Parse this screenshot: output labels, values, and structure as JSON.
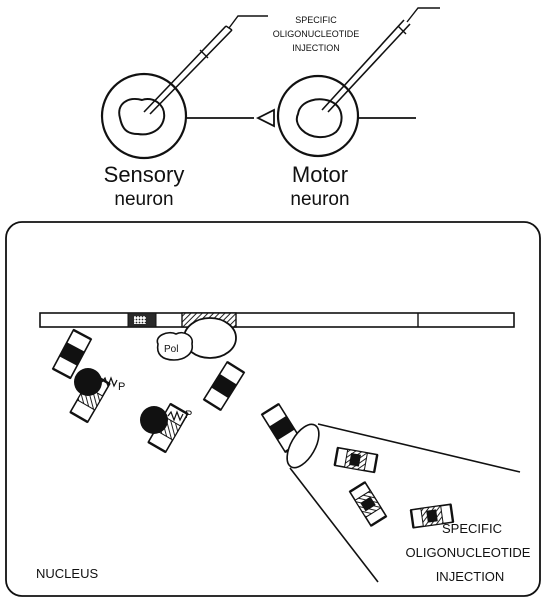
{
  "top": {
    "injection_label_line1": "SPECIFIC",
    "injection_label_line2": "OLIGONUCLEOTIDE",
    "injection_label_line3": "INJECTION",
    "sensory_line1": "Sensory",
    "sensory_line2": "neuron",
    "motor_line1": "Motor",
    "motor_line2": "neuron"
  },
  "nucleus": {
    "pol_label": "Pol",
    "p_label_1": "P",
    "p_label_2": "P",
    "nucleus_label": "NUCLEUS",
    "injection_label_line1": "SPECIFIC",
    "injection_label_line2": "OLIGONUCLEOTIDE",
    "injection_label_line3": "INJECTION"
  }
}
